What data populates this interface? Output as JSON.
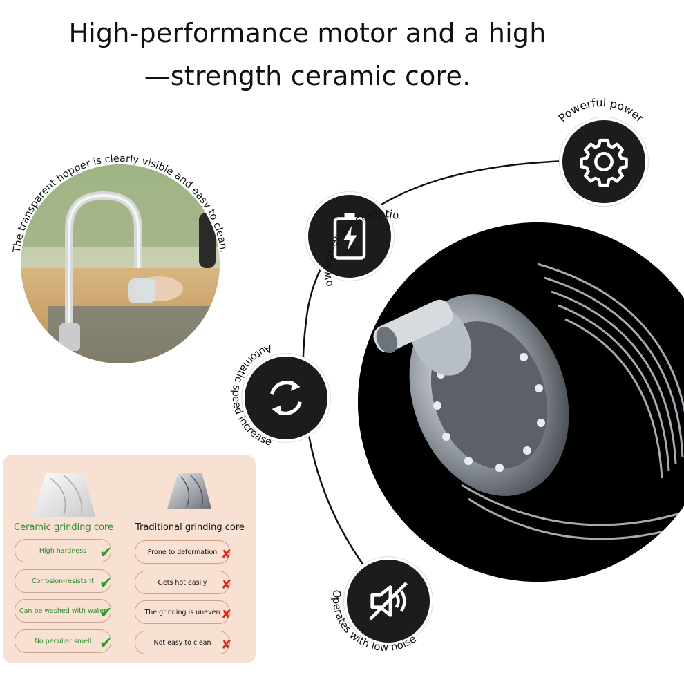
{
  "headline": {
    "line1": "High-performance motor and a high",
    "line2": "—strength ceramic core."
  },
  "faucet_caption": "The transparent hopper is clearly visible and easy to clean.",
  "features": [
    {
      "label": "Powerful power",
      "icon": "gear-icon"
    },
    {
      "label": "Low power consumption",
      "icon": "battery-charging-icon"
    },
    {
      "label": "Automatic speed increase",
      "icon": "refresh-icon"
    },
    {
      "label": "Operates with low noise",
      "icon": "mute-icon"
    }
  ],
  "comparison": {
    "ceramic": {
      "title": "Ceramic grinding core",
      "items": [
        "High hardness",
        "Corrosion-resistant",
        "Can be washed with water",
        "No peculiar smell"
      ]
    },
    "traditional": {
      "title": "Traditional grinding core",
      "items": [
        "Prone to deformation",
        "Gets hot easily",
        "The grinding is uneven",
        "Not easy to clean"
      ]
    }
  },
  "colors": {
    "panel_bg": "#f8e1d2",
    "good_green": "#2d8a2d",
    "bad_red": "#e0251f",
    "icon_bg": "#1c1c1c"
  }
}
